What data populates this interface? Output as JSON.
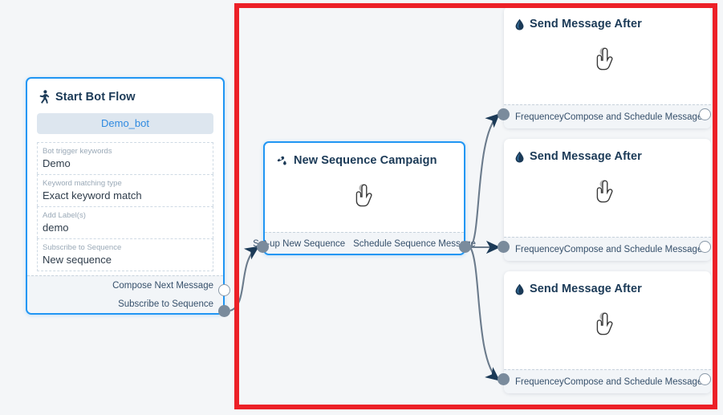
{
  "canvas": {
    "background_color": "#f4f6f8",
    "highlight_color": "#ec2027"
  },
  "nodes": {
    "start_bot_flow": {
      "title": "Start Bot Flow",
      "icon": "running-person-icon",
      "bot_pill": "Demo_bot",
      "fields": [
        {
          "label": "Bot trigger keywords",
          "value": "Demo"
        },
        {
          "label": "Keyword matching type",
          "value": "Exact keyword match"
        },
        {
          "label": "Add Label(s)",
          "value": "demo"
        },
        {
          "label": "Subscribe to Sequence",
          "value": "New sequence"
        }
      ],
      "ports": [
        {
          "label": "Compose Next Message",
          "state": "hollow"
        },
        {
          "label": "Subscribe to Sequence",
          "state": "filled"
        }
      ]
    },
    "new_sequence_campaign": {
      "title": "New Sequence Campaign",
      "icon": "paint-pour-icon",
      "cursor": "pointing-hand-cursor",
      "ports": [
        {
          "label": "Set-up New Sequence",
          "state": "filled"
        },
        {
          "label": "Schedule Sequence Message",
          "state": "filled"
        }
      ]
    },
    "send_message_after": [
      {
        "title": "Send Message After",
        "icon": "water-drop-icon",
        "cursor": "pointing-hand-cursor",
        "ports": [
          {
            "label": "Frequencey",
            "state": "filled"
          },
          {
            "label": "Compose and Schedule Message",
            "state": "hollow"
          }
        ]
      },
      {
        "title": "Send Message After",
        "icon": "water-drop-icon",
        "cursor": "pointing-hand-cursor",
        "ports": [
          {
            "label": "Frequencey",
            "state": "filled"
          },
          {
            "label": "Compose and Schedule Message",
            "state": "hollow"
          }
        ]
      },
      {
        "title": "Send Message After",
        "icon": "water-drop-icon",
        "cursor": "pointing-hand-cursor",
        "ports": [
          {
            "label": "Frequencey",
            "state": "filled"
          },
          {
            "label": "Compose and Schedule Message",
            "state": "hollow"
          }
        ]
      }
    ]
  }
}
